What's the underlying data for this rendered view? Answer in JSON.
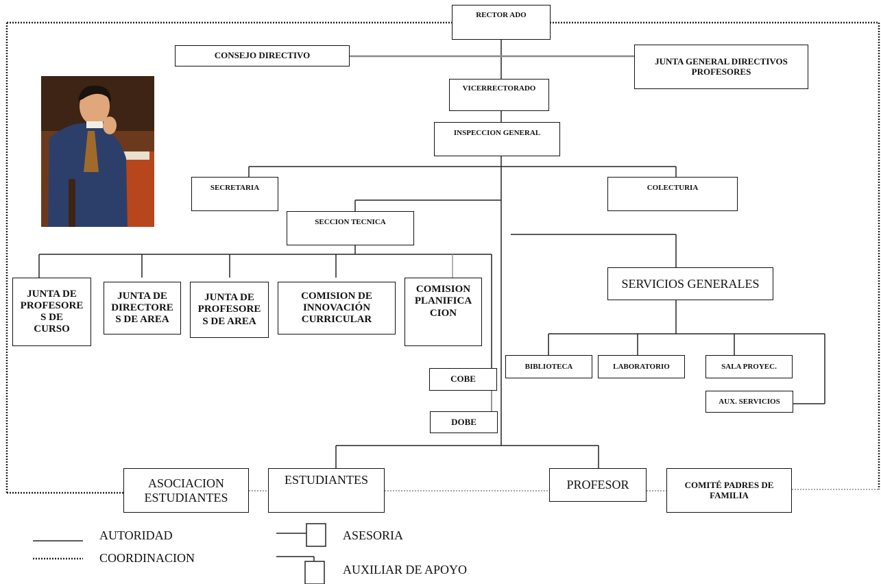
{
  "nodes": {
    "rectorado": "RECTOR ADO",
    "consejo_directivo": "CONSEJO DIRECTIVO",
    "junta_general": "JUNTA GENERAL DIRECTIVOS\nPROFESORES",
    "vicerrectorado": "VICERRECTORADO",
    "inspeccion_general": "INSPECCION GENERAL",
    "secretaria": "SECRETARIA",
    "colecturia": "COLECTURIA",
    "seccion_tecnica": "SECCION TECNICA",
    "junta_profesores_curso": "JUNTA DE\nPROFESORE\nS DE\nCURSO",
    "junta_directores_area": "JUNTA DE\nDIRECTORE\nS DE AREA",
    "junta_profesores_area": "JUNTA DE\nPROFESORE\nS DE AREA",
    "comision_innovacion": "COMISION DE\nINNOVACIÓN\nCURRICULAR",
    "comision_planificacion": "COMISION\nPLANIFICA\nCION",
    "servicios_generales": "SERVICIOS GENERALES",
    "biblioteca": "BIBLIOTECA",
    "laboratorio": "LABORATORIO",
    "sala_proyec": "SALA PROYEC.",
    "aux_servicios": "AUX. SERVICIOS",
    "cobe": "COBE",
    "dobe": "DOBE",
    "asociacion_estudiantes": "ASOCIACION\nESTUDIANTES",
    "estudiantes": "ESTUDIANTES",
    "profesor": "PROFESOR",
    "comite_padres": "COMITÉ PADRES DE\nFAMILIA"
  },
  "legend": {
    "autoridad": "AUTORIDAD",
    "coordinacion": "COORDINACION",
    "asesoria": "ASESORIA",
    "auxiliar_apoyo": "AUXILIAR DE APOYO"
  },
  "colors": {
    "line": "#111111",
    "portrait_bg": "#6b3a1c",
    "portrait_coat": "#2c3f6a",
    "portrait_table": "#b8461c"
  }
}
